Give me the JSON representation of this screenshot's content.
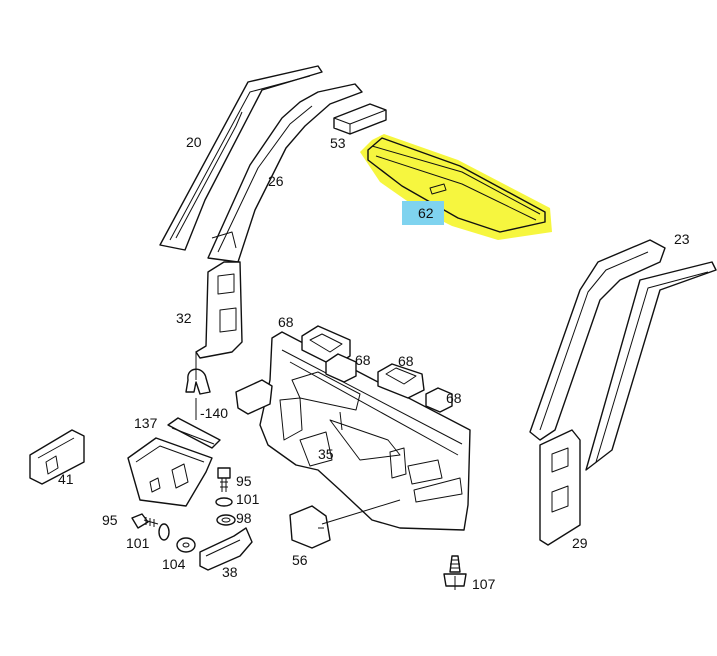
{
  "highlight_color": "#f5f52a",
  "label_box_color": "#7fd3ef",
  "labels": {
    "p20": "20",
    "p26": "26",
    "p53": "53",
    "p62": "62",
    "p23": "23",
    "p32": "32",
    "p68a": "68",
    "p68b": "68",
    "p68c": "68",
    "p68d": "68",
    "p140": "-140",
    "p137": "137",
    "p41": "41",
    "p35": "35",
    "p95a": "95",
    "p101a": "101",
    "p98": "98",
    "p95b": "95",
    "p101b": "101",
    "p104": "104",
    "p38": "38",
    "p56": "56",
    "p107": "107",
    "p29": "29"
  }
}
